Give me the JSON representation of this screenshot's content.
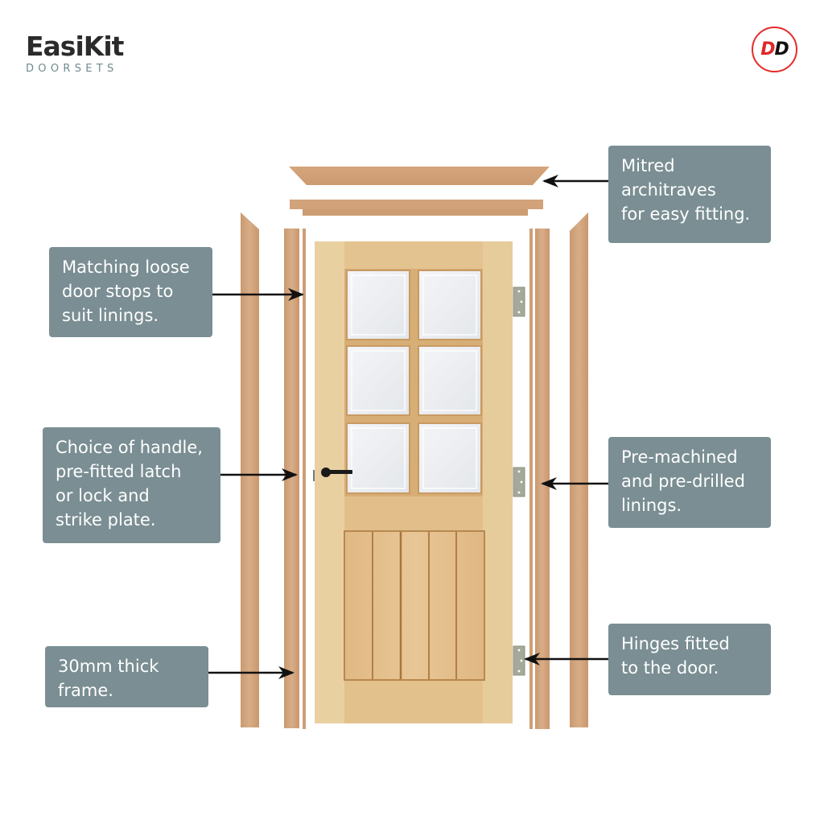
{
  "brand": {
    "name": "EasiKit",
    "subtitle": "DOORSETS",
    "badge_letter_1": "D",
    "badge_letter_2": "D",
    "badge_ring_color": "#e52b2b"
  },
  "colors": {
    "callout_bg": "#7a8e93",
    "callout_text": "#ffffff",
    "frame_wood": "#d2a47c",
    "door_wood": "#e6c894",
    "glass": "#eef0f3",
    "hinge": "#a4a99a",
    "arrow": "#111111"
  },
  "callouts": [
    {
      "id": "architraves",
      "text": "Mitred\narchitraves\nfor easy fitting."
    },
    {
      "id": "door-stops",
      "text": "Matching loose\ndoor stops to\nsuit linings."
    },
    {
      "id": "handle",
      "text": "Choice of handle,\npre-fitted latch\nor lock and\nstrike plate."
    },
    {
      "id": "linings",
      "text": "Pre-machined\nand pre-drilled\nlinings."
    },
    {
      "id": "frame",
      "text": "30mm thick\nframe."
    },
    {
      "id": "hinges",
      "text": "Hinges fitted\nto the door."
    }
  ],
  "door": {
    "glass_panes": 6,
    "lower_panels": 5,
    "hinges": 3
  }
}
